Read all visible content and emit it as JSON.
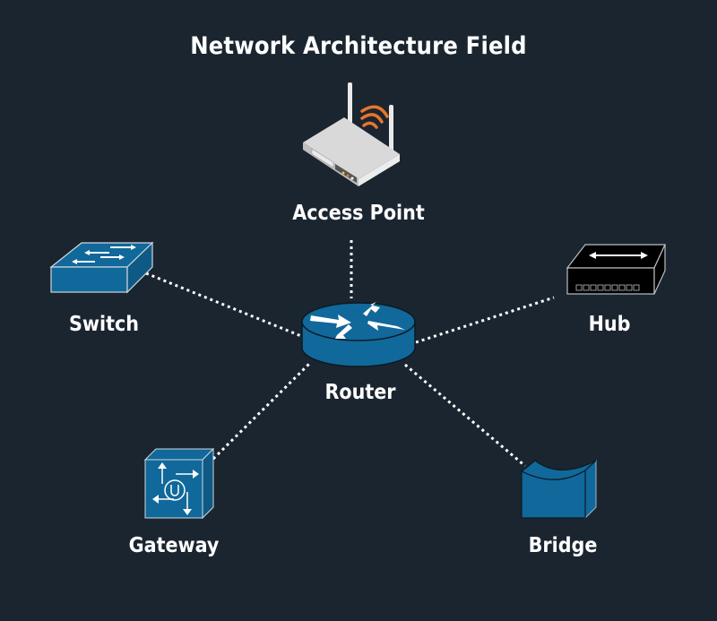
{
  "diagram": {
    "title": "Network Architecture Field",
    "colors": {
      "background": "#1b2530",
      "device_blue": "#11689a",
      "wifi_orange": "#e8762b",
      "link": "#ffffff",
      "text": "#ffffff"
    },
    "center_node": {
      "id": "router",
      "label": "Router",
      "icon": "router-icon"
    },
    "nodes": [
      {
        "id": "access-point",
        "label": "Access Point",
        "icon": "wireless-router-icon"
      },
      {
        "id": "switch",
        "label": "Switch",
        "icon": "switch-icon"
      },
      {
        "id": "hub",
        "label": "Hub",
        "icon": "hub-icon"
      },
      {
        "id": "gateway",
        "label": "Gateway",
        "icon": "gateway-icon"
      },
      {
        "id": "bridge",
        "label": "Bridge",
        "icon": "bridge-icon"
      }
    ],
    "links": [
      {
        "from": "router",
        "to": "access-point",
        "style": "dotted"
      },
      {
        "from": "router",
        "to": "switch",
        "style": "dotted"
      },
      {
        "from": "router",
        "to": "hub",
        "style": "dotted"
      },
      {
        "from": "router",
        "to": "gateway",
        "style": "dotted"
      },
      {
        "from": "router",
        "to": "bridge",
        "style": "dotted"
      }
    ]
  }
}
